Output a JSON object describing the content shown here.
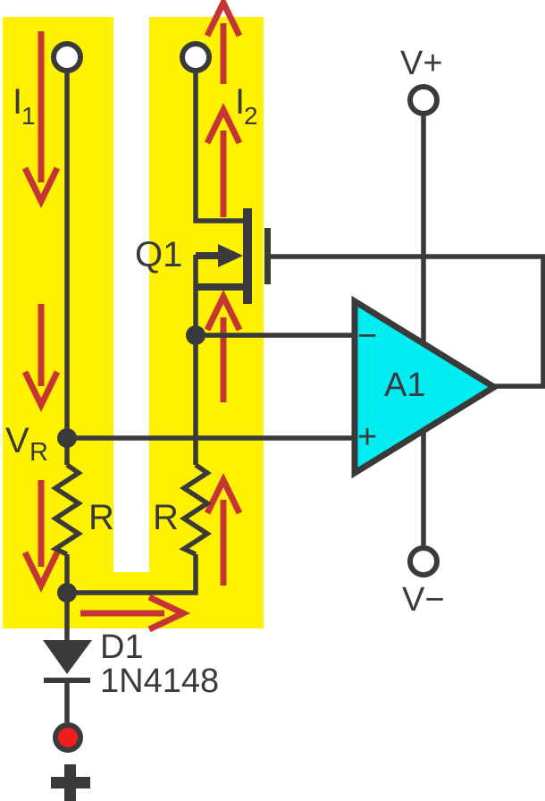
{
  "colors": {
    "background": "#FFFFFF",
    "highlight_yellow": "#FFF200",
    "wire_ink": "#3A3A3A",
    "arrow_red": "#C63536",
    "opamp_cyan": "#00EDF2",
    "output_dot_red": "#EF1D1D"
  },
  "components": {
    "q1": {
      "ref": "Q1"
    },
    "a1": {
      "ref": "A1",
      "inverting_label": "−",
      "noninverting_label": "+"
    },
    "d1": {
      "ref": "D1",
      "part": "1N4148"
    },
    "r_left": {
      "label": "R"
    },
    "r_right": {
      "label": "R"
    },
    "supply_pos": {
      "label": "V+"
    },
    "supply_neg": {
      "label": "V−"
    }
  },
  "currents": {
    "i1": {
      "base": "I",
      "sub": "1"
    },
    "i2": {
      "base": "I",
      "sub": "2"
    }
  },
  "nodes": {
    "vr": {
      "base": "V",
      "sub": "R"
    }
  }
}
